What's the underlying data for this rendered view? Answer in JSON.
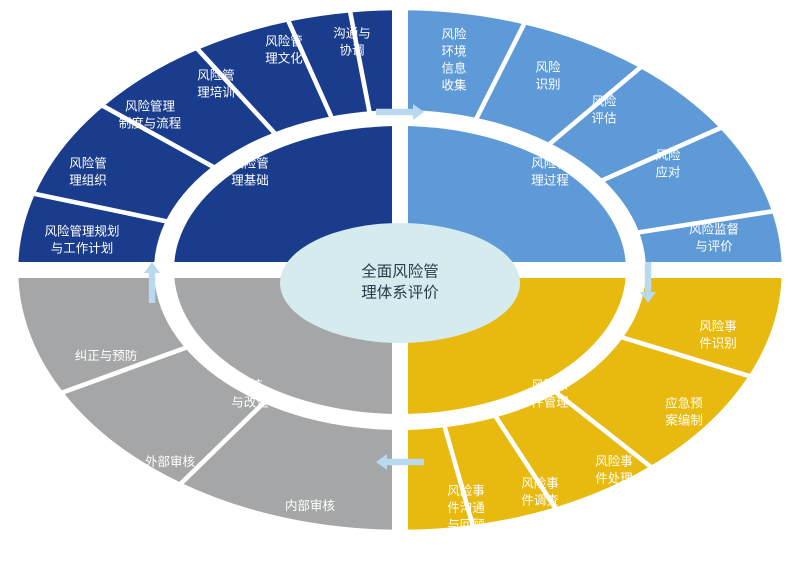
{
  "colors": {
    "navy": "#1a3c8c",
    "blue": "#5f9ad8",
    "gold": "#e8b90e",
    "gray": "#a5a6a7",
    "center": "#d6ebee",
    "arrow": "#b9d9ef"
  },
  "center": {
    "lines": [
      "全面风险管",
      "理体系评价"
    ]
  },
  "quadrants": {
    "foundation": {
      "inner": [
        "风险管",
        "理基础"
      ],
      "items": [
        [
          "风险管理规划",
          "与工作计划"
        ],
        [
          "风险管",
          "理组织"
        ],
        [
          "风险管理",
          "制度与流程"
        ],
        [
          "风险管",
          "理培训"
        ],
        [
          "风险管",
          "理文化"
        ],
        [
          "沟通与",
          "协调"
        ]
      ]
    },
    "process": {
      "inner": [
        "风险管",
        "理过程"
      ],
      "items": [
        [
          "风险",
          "环境",
          "信息",
          "收集"
        ],
        [
          "风险",
          "识别"
        ],
        [
          "风险",
          "评估"
        ],
        [
          "风险",
          "应对"
        ],
        [
          "风险监督",
          "与评价"
        ]
      ]
    },
    "events": {
      "inner": [
        "风险事",
        "件管理"
      ],
      "items": [
        [
          "风险事",
          "件识别"
        ],
        [
          "应急预",
          "案编制"
        ],
        [
          "风险事",
          "件处理"
        ],
        [
          "风险事",
          "件调查"
        ],
        [
          "风险事",
          "件沟通",
          "与回顾"
        ]
      ]
    },
    "audit": {
      "inner": [
        "审核",
        "与改进"
      ],
      "items": [
        [
          "纠正与预防"
        ],
        [
          "外部审核"
        ],
        [
          "内部审核"
        ]
      ]
    }
  }
}
